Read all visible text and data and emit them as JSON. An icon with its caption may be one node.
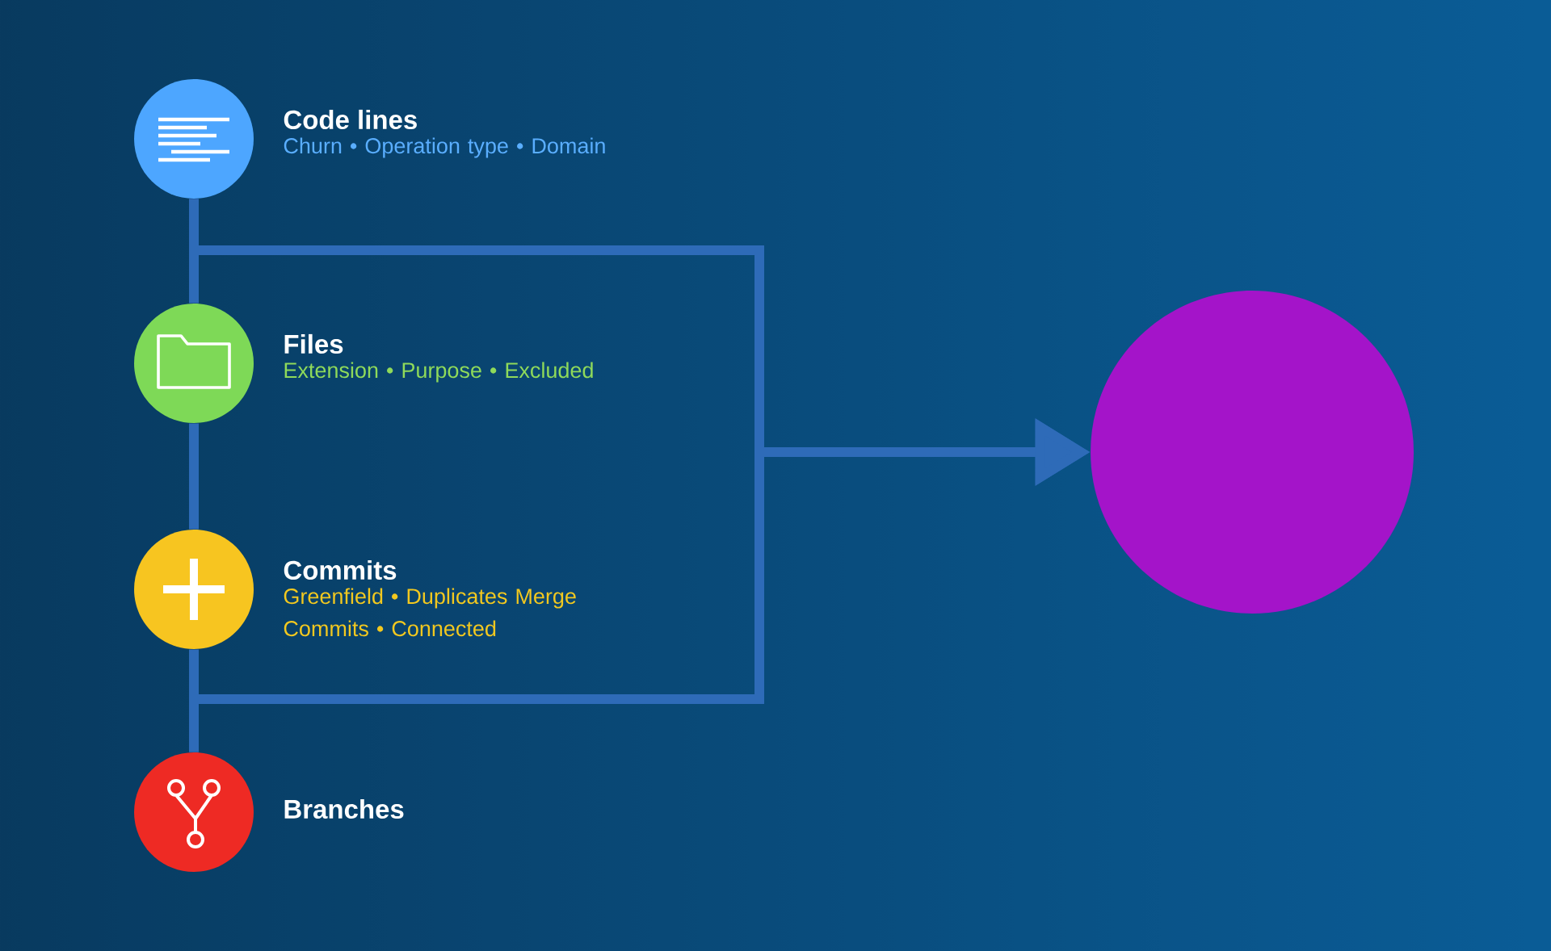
{
  "diagram": {
    "nodes": [
      {
        "text": [
          "Code lines",
          "Churn • Operation type • Domain"
        ]
      },
      {
        "text": [
          "Files",
          "Extension • Purpose • Excluded"
        ]
      },
      {
        "text": [
          "Commits",
          "Greenfield • Duplicates Merge Commits • Connected"
        ]
      },
      {
        "text": [
          "Branches"
        ]
      },
      {
        "text": [],
        "shape": "circle"
      }
    ],
    "edges": [
      {
        "from": 0,
        "to": 1,
        "arrow": "none"
      },
      {
        "from": 1,
        "to": 2,
        "arrow": "none"
      },
      {
        "from": 2,
        "to": 3,
        "arrow": "none"
      },
      {
        "from": 0,
        "to": 4,
        "arrow": "to"
      },
      {
        "from": 3,
        "to": 4,
        "arrow": "to"
      }
    ]
  }
}
